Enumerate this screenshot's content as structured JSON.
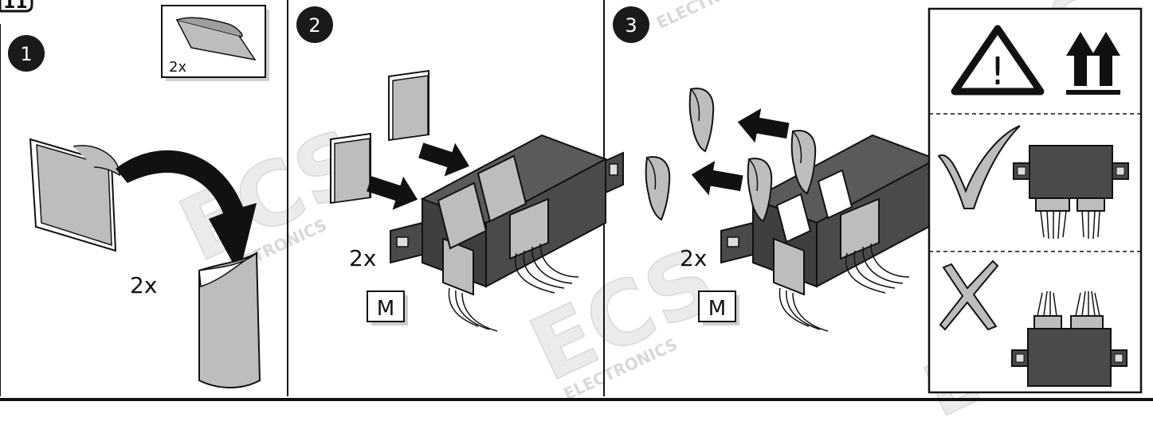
{
  "badge_number": "11",
  "steps": [
    {
      "number": "1",
      "multiplier": "2x",
      "inset_multiplier": "2x"
    },
    {
      "number": "2",
      "multiplier": "2x",
      "marker": "M"
    },
    {
      "number": "3",
      "multiplier": "2x",
      "marker": "M"
    }
  ],
  "warning_panel": {
    "warning_icon": "warning-triangle-icon",
    "this_side_up_icon": "this-side-up-arrows-icon",
    "correct_icon": "checkmark-icon",
    "incorrect_icon": "cross-icon"
  },
  "watermark": {
    "brand": "ECS",
    "sub": "ELECTRONICS"
  },
  "colors": {
    "badge_fill": "#1a1a1a",
    "module_fill": "#4a4a4a",
    "pad_fill": "#bdbdbd",
    "arrow_fill": "#111111",
    "icon_grey": "#bdbdbd",
    "watermark": "#e3e3e3"
  }
}
